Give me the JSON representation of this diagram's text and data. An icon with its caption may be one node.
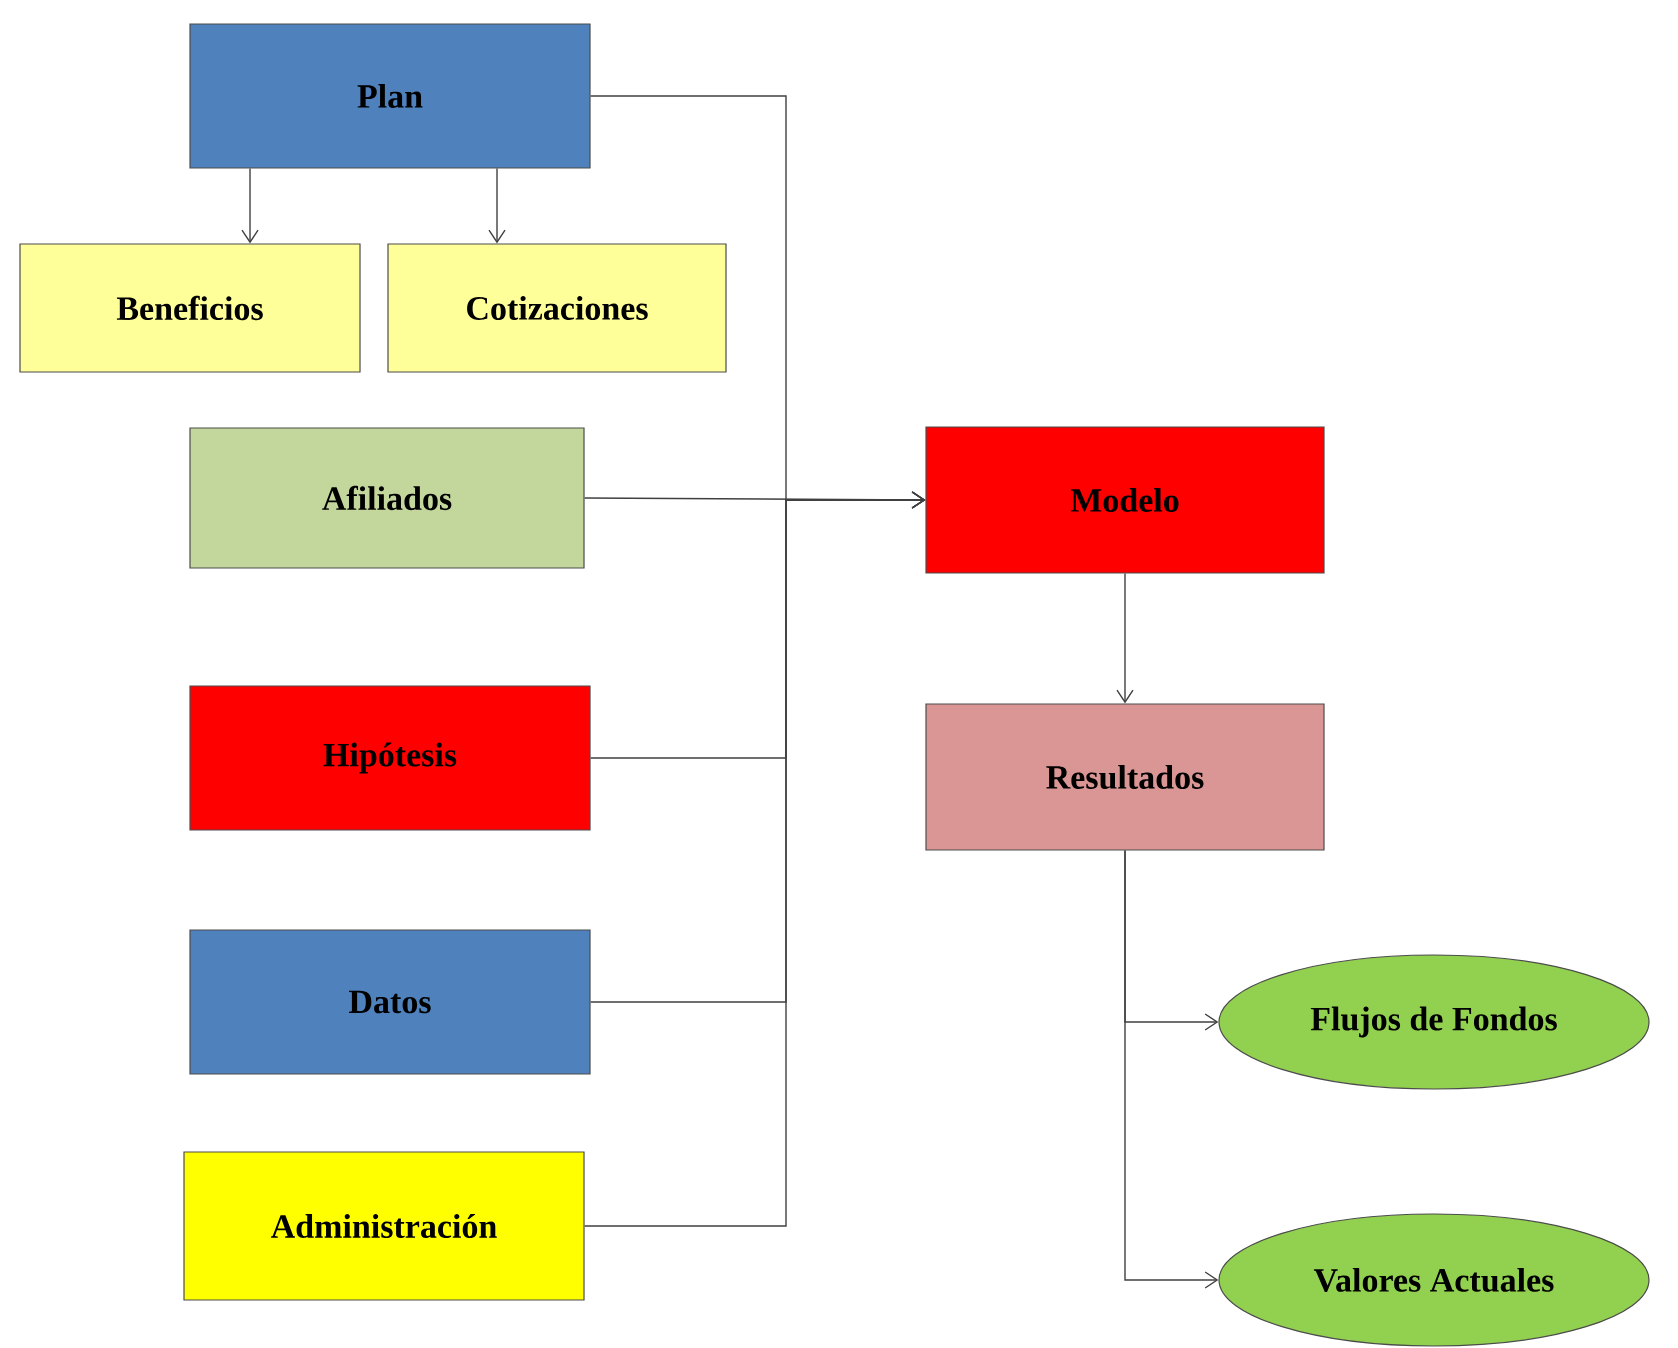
{
  "diagram": {
    "nodes": [
      {
        "text": [
          "Plan"
        ]
      },
      {
        "text": [
          "Beneficios"
        ]
      },
      {
        "text": [
          "Cotizaciones"
        ]
      },
      {
        "text": [
          "Afiliados"
        ]
      },
      {
        "text": [
          "Modelo"
        ]
      },
      {
        "text": [
          "Hipótesis"
        ]
      },
      {
        "text": [
          "Resultados"
        ]
      },
      {
        "text": [
          "Datos"
        ]
      },
      {
        "text": [
          "Flujos de Fondos"
        ]
      },
      {
        "text": [
          "Administración"
        ]
      },
      {
        "text": [
          "Valores Actuales"
        ]
      }
    ],
    "edges": [
      {
        "from": 0,
        "to": 1,
        "arrow": "to"
      },
      {
        "from": 0,
        "to": 2,
        "arrow": "to"
      },
      {
        "from": 0,
        "to": 4,
        "arrow": "to"
      },
      {
        "from": 3,
        "to": 4,
        "arrow": "to"
      },
      {
        "from": 5,
        "to": 4,
        "arrow": "to"
      },
      {
        "from": 7,
        "to": 4,
        "arrow": "to"
      },
      {
        "from": 9,
        "to": 4,
        "arrow": "to"
      },
      {
        "from": 4,
        "to": 6,
        "arrow": "to"
      },
      {
        "from": 6,
        "to": 8,
        "arrow": "to"
      },
      {
        "from": 6,
        "to": 10,
        "arrow": "to"
      }
    ]
  }
}
